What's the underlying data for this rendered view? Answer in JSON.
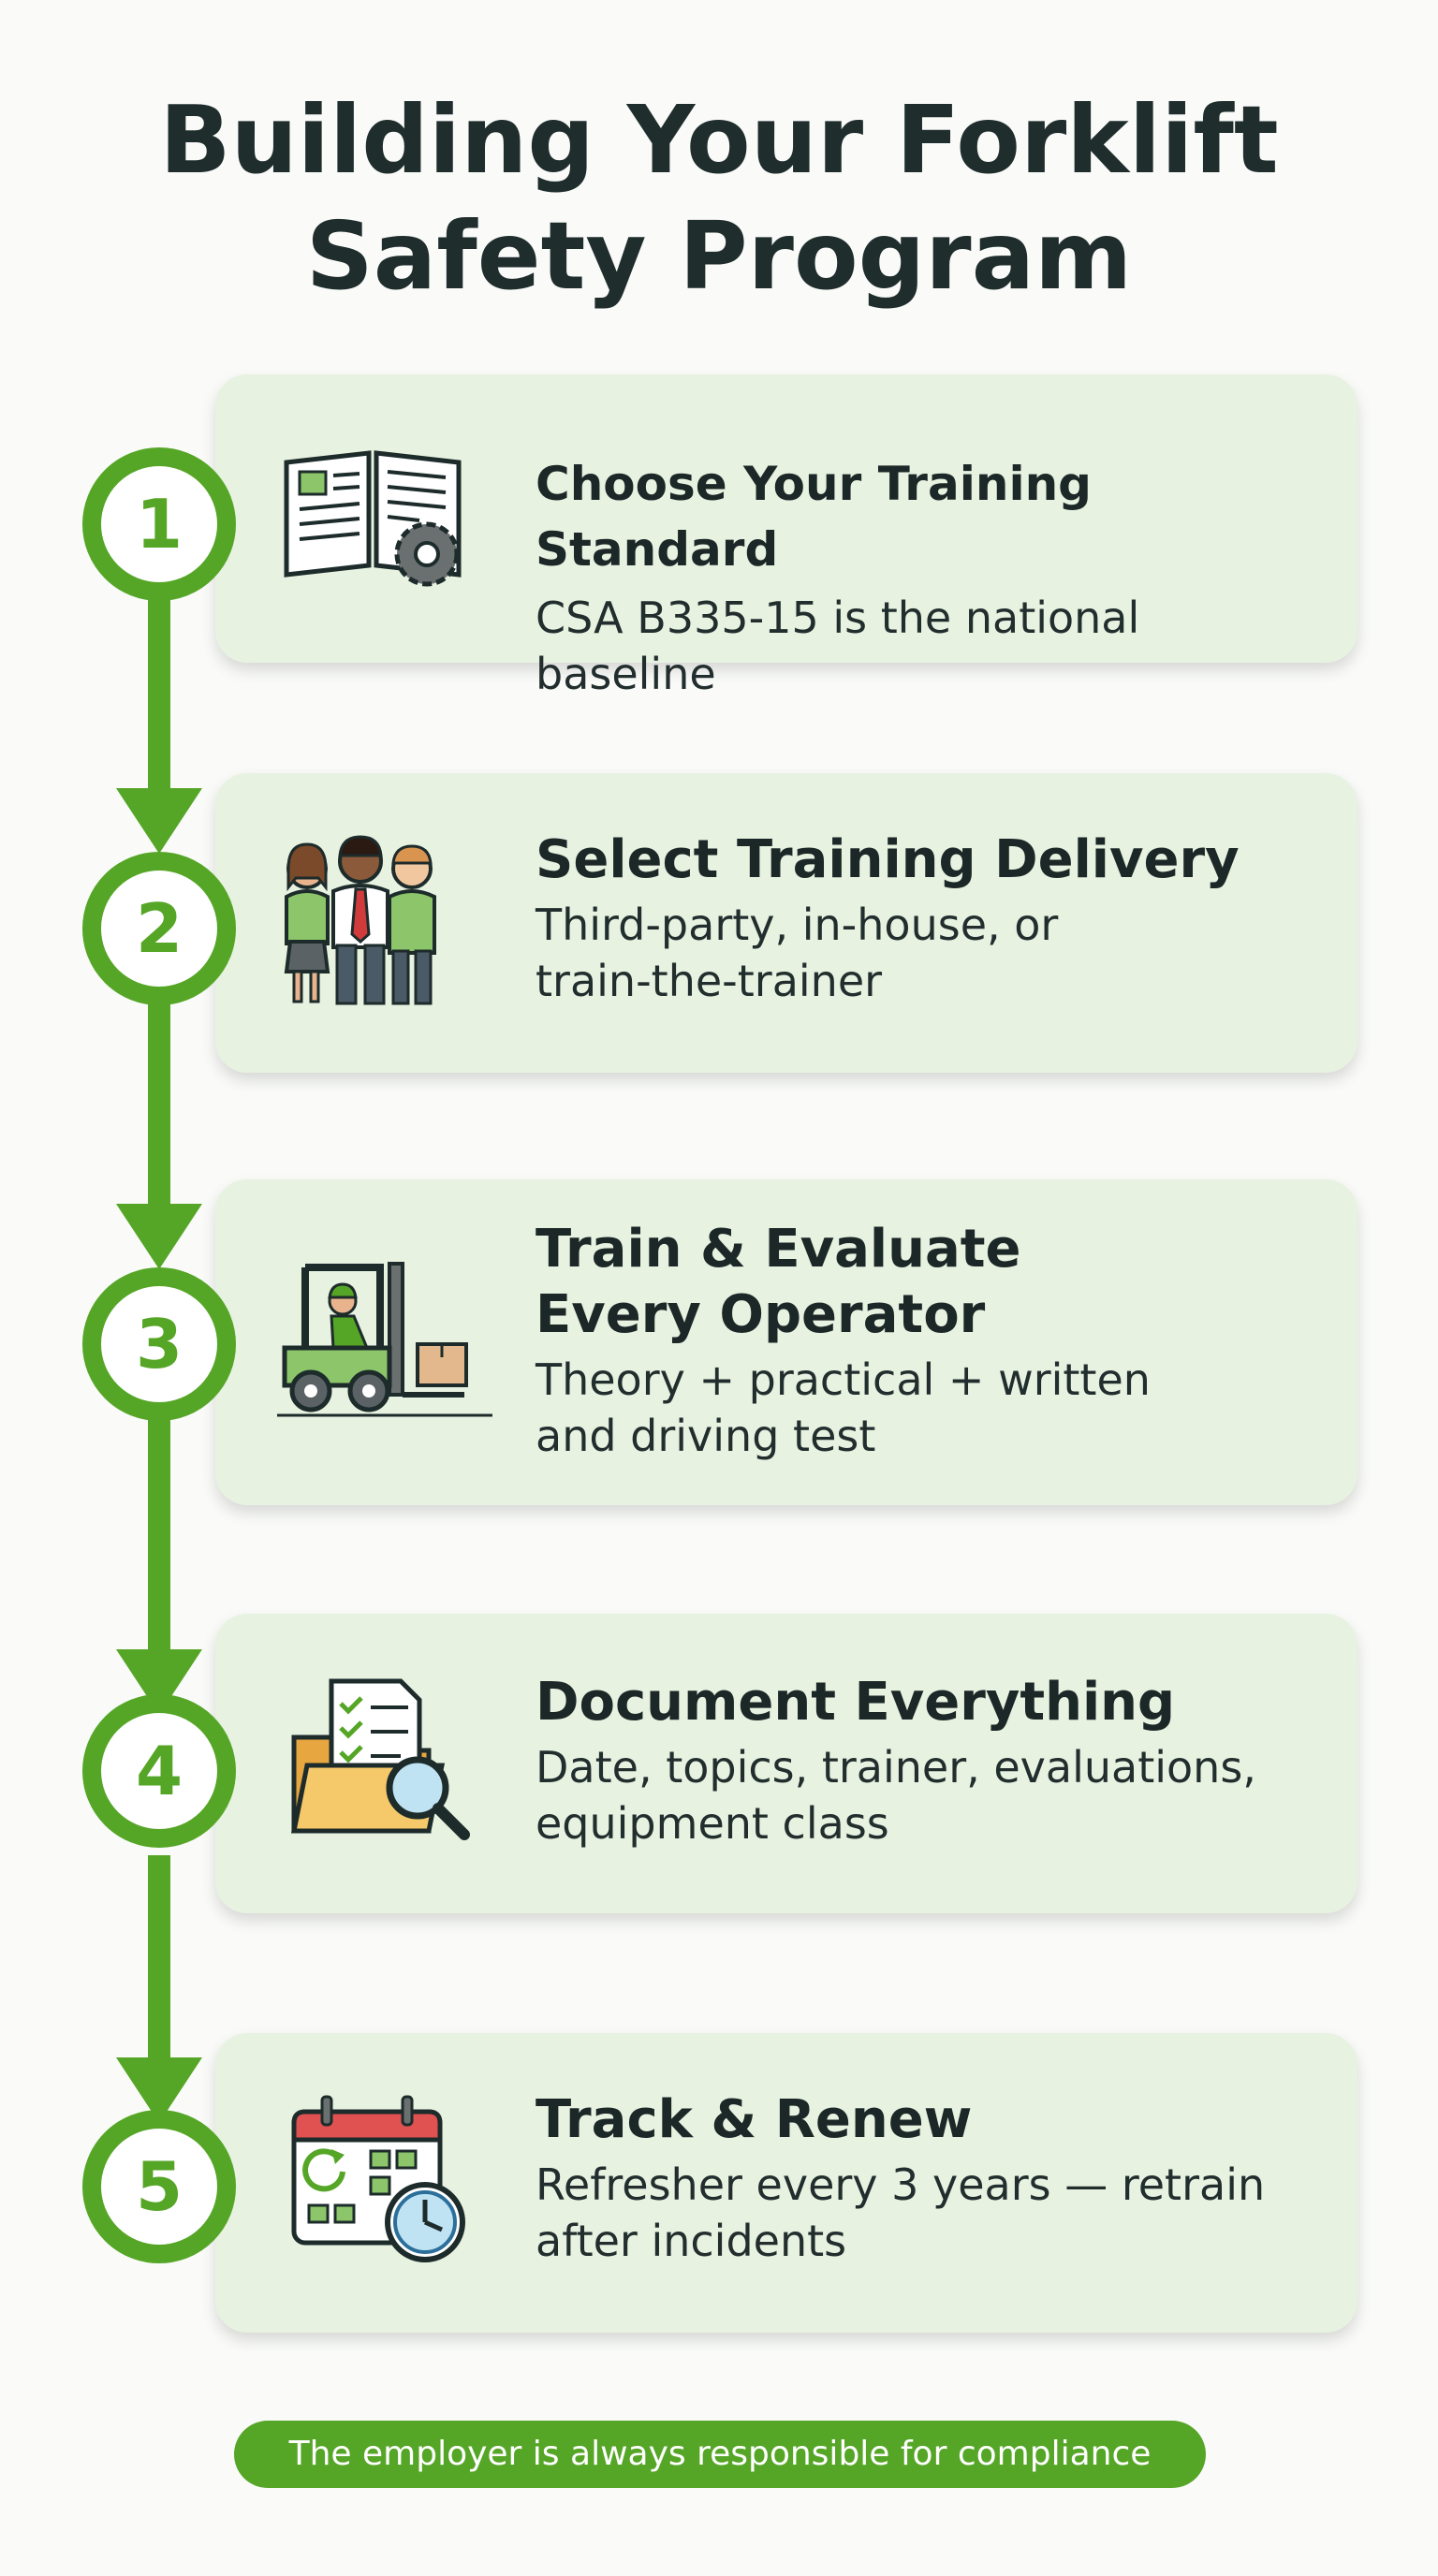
{
  "title": {
    "line1": "Building Your Forklift",
    "line2": "Safety Program"
  },
  "colors": {
    "accent": "#55a626",
    "card_bg": "#e7f2e1",
    "text": "#1f2d2d"
  },
  "steps": [
    {
      "number": "1",
      "icon": "open-book-gear-icon",
      "title": "Choose Your Training Standard",
      "description": "CSA B335-15 is the national baseline"
    },
    {
      "number": "2",
      "icon": "people-group-icon",
      "title": "Select Training Delivery",
      "description": "Third-party, in-house, or\ntrain-the-trainer"
    },
    {
      "number": "3",
      "icon": "forklift-operator-icon",
      "title": "Train & Evaluate\nEvery Operator",
      "description": "Theory + practical + written\nand driving test"
    },
    {
      "number": "4",
      "icon": "folder-checklist-magnifier-icon",
      "title": "Document Everything",
      "description": "Date, topics, trainer, evaluations,\nequipment class"
    },
    {
      "number": "5",
      "icon": "calendar-clock-icon",
      "title": "Track & Renew",
      "description": "Refresher every 3 years — retrain\nafter incidents"
    }
  ],
  "footer": "The employer is always responsible for compliance"
}
